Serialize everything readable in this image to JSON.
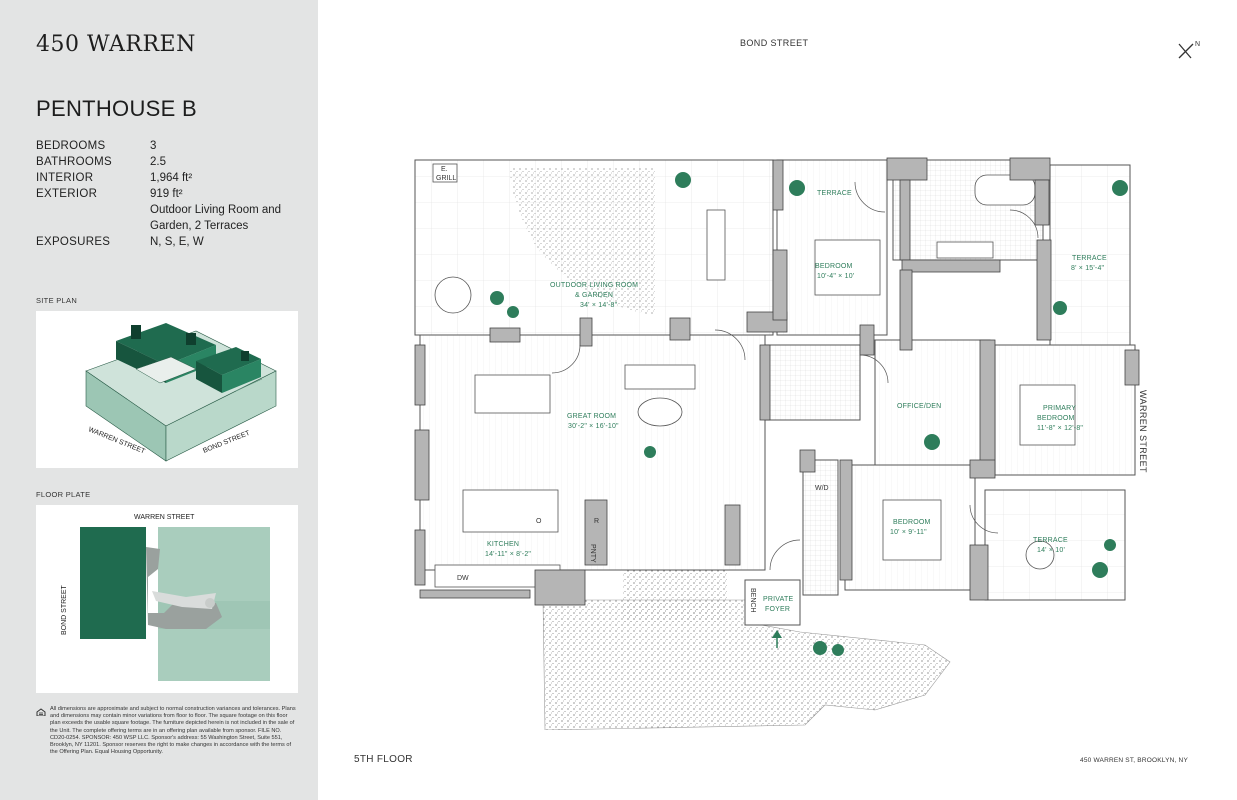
{
  "brand": "450 WARREN",
  "unit": "PENTHOUSE B",
  "specs": [
    {
      "key": "BEDROOMS",
      "value": "3"
    },
    {
      "key": "BATHROOMS",
      "value": "2.5"
    },
    {
      "key": "INTERIOR",
      "value": "1,964 ft²"
    },
    {
      "key": "EXTERIOR",
      "value": "919 ft²"
    },
    {
      "key": "EXPOSURES",
      "value": "N, S, E, W"
    }
  ],
  "exterior_note": "Outdoor Living Room and Garden, 2 Terraces",
  "site_plan": {
    "label": "SITE PLAN",
    "street_a": "WARREN STREET",
    "street_b": "BOND STREET"
  },
  "floor_plate": {
    "label": "FLOOR PLATE",
    "street_top": "WARREN STREET",
    "street_left": "BOND STREET"
  },
  "disclaimer": "All dimensions are approximate and subject to normal construction variances and tolerances. Plans and dimensions may contain minor variations from floor to floor. The square footage on this floor plan exceeds the usable square footage. The furniture depicted herein is not included in the sale of the Unit. The complete offering terms are in an offering plan available from sponsor. FILE NO. CD20-0254. SPONSOR: 450 WSP LLC. Sponsor's address: 55 Washington Street, Suite 551, Brooklyn, NY 11201. Sponsor reserves the right to make changes in accordance with the terms of the Offering Plan. Equal Housing Opportunity.",
  "streets": {
    "top": "BOND STREET",
    "right": "WARREN STREET"
  },
  "floor": "5TH FLOOR",
  "address": "450 WARREN ST, BROOKLYN, NY",
  "rooms": {
    "outdoor_living": {
      "name1": "OUTDOOR LIVING ROOM",
      "name2": "& GARDEN",
      "dims": "34' × 14'-8\""
    },
    "terrace_small": {
      "name": "TERRACE"
    },
    "bedroom_north": {
      "name": "BEDROOM",
      "dims": "10'-4\" × 10'"
    },
    "terrace_east": {
      "name": "TERRACE",
      "dims": "8' × 15'-4\""
    },
    "great_room": {
      "name": "GREAT ROOM",
      "dims": "30'-2\" × 16'-10\""
    },
    "office": {
      "name": "OFFICE/DEN"
    },
    "primary": {
      "name1": "PRIMARY",
      "name2": "BEDROOM",
      "dims": "11'-8\" × 12'-8\""
    },
    "kitchen": {
      "name": "KITCHEN",
      "dims": "14'-11\" × 8'-2\""
    },
    "bedroom_south": {
      "name": "BEDROOM",
      "dims": "10' × 9'-11\""
    },
    "terrace_se": {
      "name": "TERRACE",
      "dims": "14' × 10'"
    },
    "foyer": {
      "name1": "PRIVATE",
      "name2": "FOYER"
    }
  },
  "fixtures": {
    "grill1": "E.",
    "grill2": "GRILL",
    "wd": "W/D",
    "dw": "DW",
    "r": "R",
    "pantry": "PNTY",
    "bench": "BENCH",
    "oven": "O"
  },
  "colors": {
    "sidebar": "#e3e4e4",
    "accent_green": "#2e7d5b",
    "dark_green": "#1f6b4f",
    "light_green": "#a9cdbd"
  }
}
